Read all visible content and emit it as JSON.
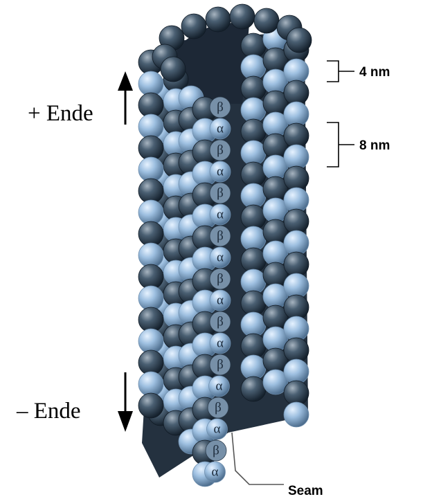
{
  "labels": {
    "plus_end": "+ Ende",
    "minus_end": "– Ende",
    "dimension_small": "4 nm",
    "dimension_large": "8 nm",
    "seam": "Seam"
  },
  "subunit_labels": [
    "β",
    "α",
    "β",
    "α",
    "β",
    "α",
    "β",
    "α",
    "β",
    "α",
    "β",
    "α",
    "β",
    "α",
    "β",
    "α",
    "β",
    "α"
  ],
  "colors": {
    "alpha_tubulin": "#9dbfe0",
    "beta_tubulin": "#3e5264",
    "lumen": "#2a3748",
    "line": "#000000",
    "seam_line": "#555555"
  }
}
